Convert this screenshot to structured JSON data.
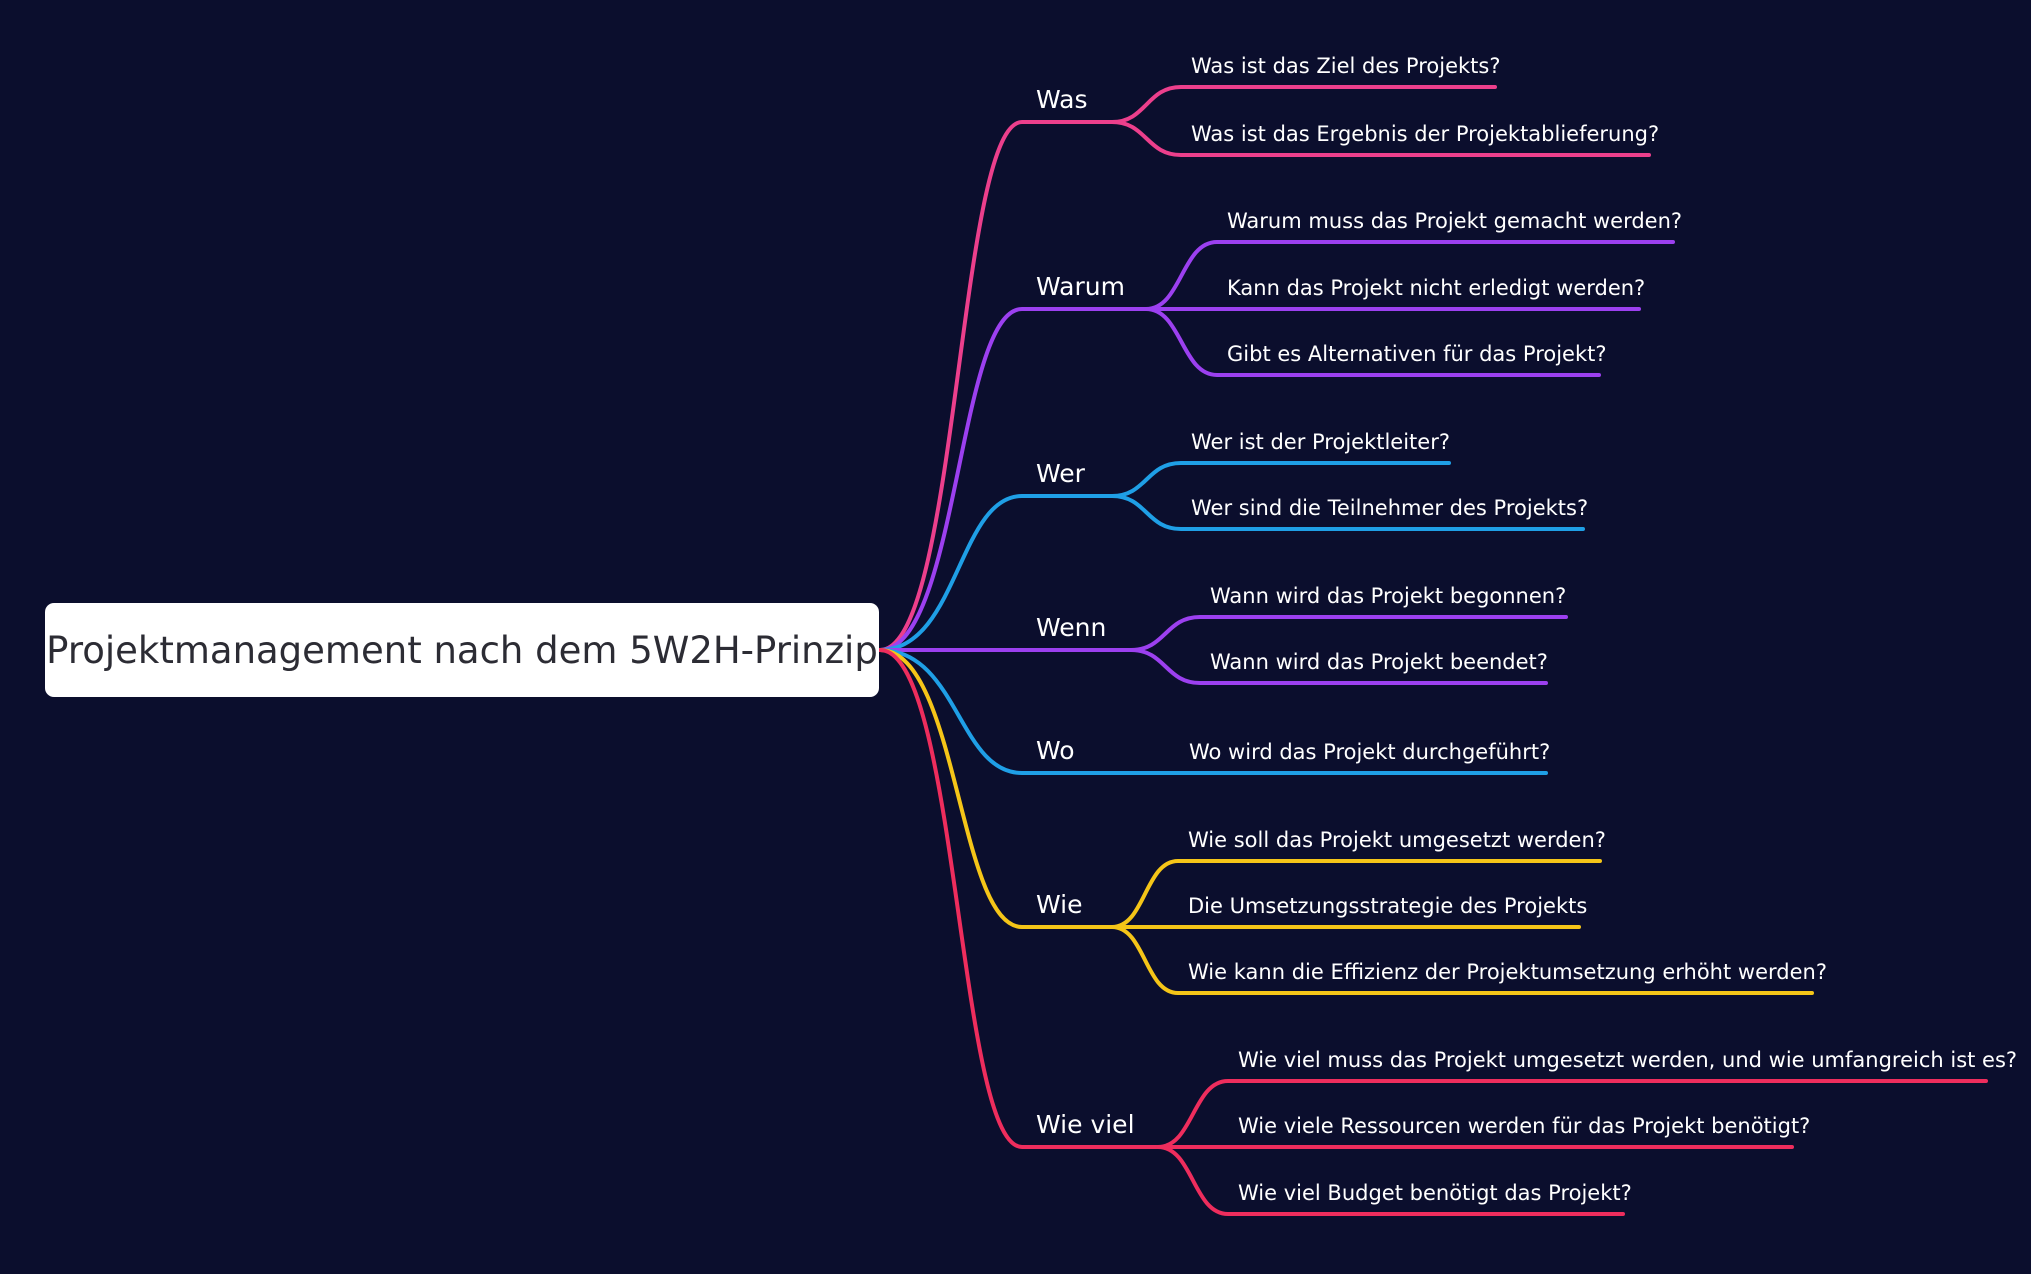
{
  "root": {
    "label": "Projektmanagement nach dem 5W2H-Prinzip"
  },
  "branches": [
    {
      "label": "Was",
      "color": "#ec3f8c",
      "leaves": [
        "Was ist das Ziel des Projekts?",
        "Was ist das Ergebnis der Projektablieferung?"
      ]
    },
    {
      "label": "Warum",
      "color": "#9c40f0",
      "leaves": [
        "Warum muss das Projekt gemacht werden?",
        "Kann das Projekt nicht erledigt werden?",
        "Gibt es Alternativen für das Projekt?"
      ]
    },
    {
      "label": "Wer",
      "color": "#1f9fe6",
      "leaves": [
        "Wer ist der Projektleiter?",
        "Wer sind die Teilnehmer des Projekts?"
      ]
    },
    {
      "label": "Wenn",
      "color": "#9c40f0",
      "leaves": [
        "Wann wird das Projekt begonnen?",
        "Wann wird das Projekt beendet?"
      ]
    },
    {
      "label": "Wo",
      "color": "#1f9fe6",
      "leaves": [
        "Wo wird das Projekt durchgeführt?"
      ]
    },
    {
      "label": "Wie",
      "color": "#f5c518",
      "leaves": [
        "Wie soll das Projekt umgesetzt werden?",
        "Die Umsetzungsstrategie des Projekts",
        "Wie kann die Effizienz der Projektumsetzung erhöht werden?"
      ]
    },
    {
      "label": "Wie viel",
      "color": "#ee2d5d",
      "leaves": [
        "Wie viel muss das Projekt umgesetzt werden, und wie umfangreich ist es?",
        "Wie viele Ressourcen werden für das Projekt benötigt?",
        "Wie viel Budget benötigt das Projekt?"
      ]
    }
  ]
}
